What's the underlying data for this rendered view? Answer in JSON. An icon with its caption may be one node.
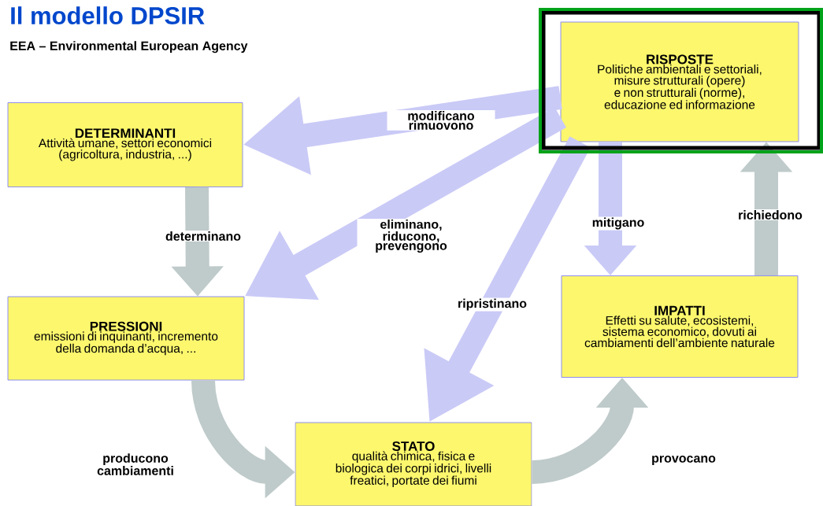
{
  "diagram": {
    "title": "Il modello DPSIR",
    "nodes": [
      {
        "text": [
          "DETERMINANTI",
          "Attività umane, settori economici (agricoltura, industria, ...)"
        ]
      },
      {
        "text": [
          "PRESSIONI",
          "emissioni di inquinanti, incremento della domanda d’acqua, ..."
        ]
      },
      {
        "text": [
          "STATO",
          "qualità chimica, fisica e biologica dei corpi idrici, livelli freatici, portate dei fiumi"
        ]
      },
      {
        "text": [
          "IMPATTI",
          "Effetti su salute, ecosistemi, sistema economico, dovuti ai cambiamenti dell’ambiente naturale"
        ]
      },
      {
        "text": [
          "RISPOSTE",
          "Politiche ambientali e settoriali, misure strutturali (opere) e non strutturali (norme), educazione ed informazione"
        ]
      }
    ],
    "edges": [
      {
        "from": 0,
        "to": 1,
        "arrow": "to",
        "label": "determinano",
        "color": "#bfcaca"
      },
      {
        "from": 1,
        "to": 2,
        "arrow": "to",
        "label": "producono cambiamenti",
        "color": "#bfcaca"
      },
      {
        "from": 2,
        "to": 3,
        "arrow": "to",
        "label": "provocano",
        "color": "#bfcaca"
      },
      {
        "from": 3,
        "to": 4,
        "arrow": "to",
        "label": "richiedono",
        "color": "#bfcaca"
      },
      {
        "from": 4,
        "to": 0,
        "arrow": "to",
        "label": "modificano rimuovono",
        "color": "#cacaf7"
      },
      {
        "from": 4,
        "to": 1,
        "arrow": "to",
        "label": "eliminano, riducono, prevengono",
        "color": "#cacaf7"
      },
      {
        "from": 4,
        "to": 2,
        "arrow": "to",
        "label": "ripristinano",
        "color": "#cacaf7"
      },
      {
        "from": 4,
        "to": 3,
        "arrow": "to",
        "label": "mitigano",
        "color": "#cacaf7"
      }
    ],
    "labels": [
      "EEA – Environmental European Agency"
    ]
  }
}
